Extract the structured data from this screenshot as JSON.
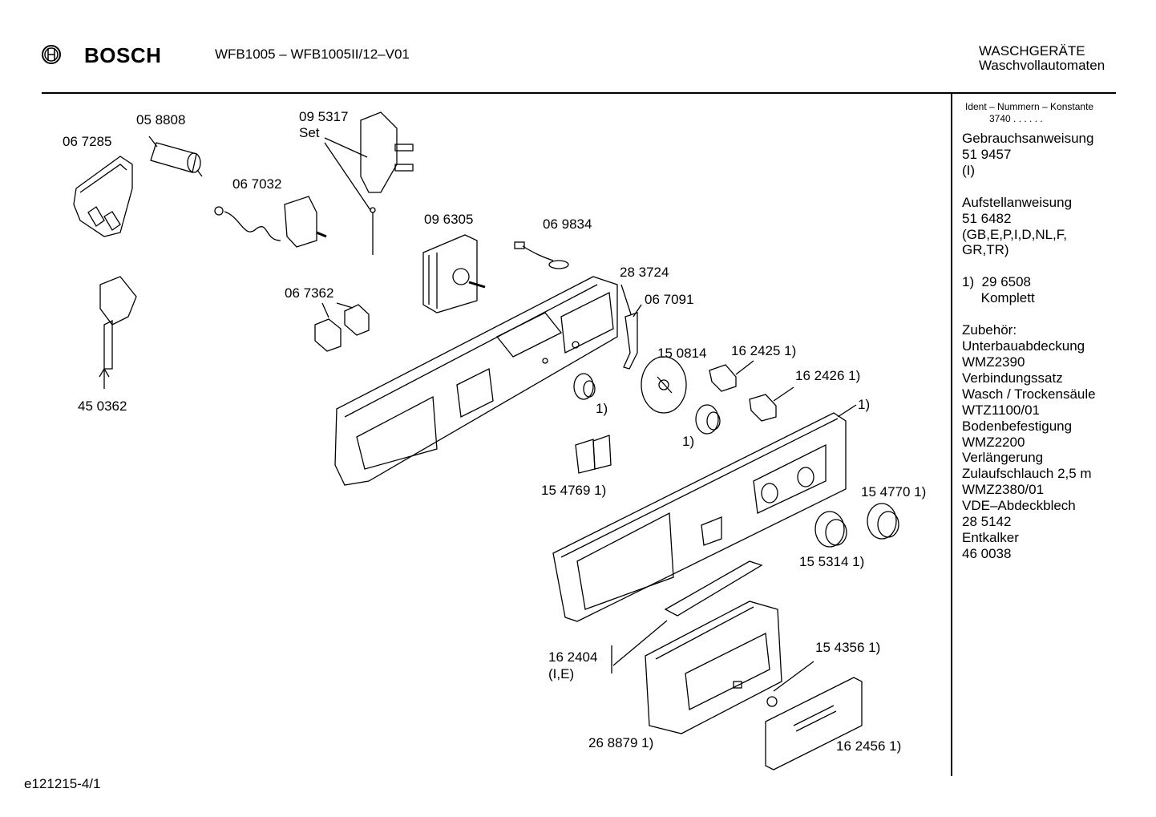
{
  "header": {
    "brand": "BOSCH",
    "model": "WFB1005 – WFB1005II/12–V01",
    "category": "WASCHGERÄTE",
    "subcategory": "Waschvollautomaten"
  },
  "footer": {
    "code": "e121215-4/1"
  },
  "sidebar": {
    "ident_title": "Ident – Nummern – Konstante",
    "ident_value": "3740  .  .    .  .  .  .",
    "lines": [
      "Gebrauchsanweisung",
      "51 9457",
      "(I)",
      "",
      "Aufstellanweisung",
      "51 6482",
      "(GB,E,P,I,D,NL,F,",
      "GR,TR)",
      "",
      "1)  29 6508",
      "     Komplett",
      "",
      "Zubehör:",
      "Unterbauabdeckung",
      "WMZ2390",
      "Verbindungssatz",
      "Wasch / Trockensäule",
      "WTZ1100/01",
      "Bodenbefestigung",
      "WMZ2200",
      "Verlängerung",
      "Zulaufschlauch 2,5 m",
      "WMZ2380/01",
      "VDE–Abdeckblech",
      "28 5142",
      "Entkalker",
      "46 0038"
    ]
  },
  "parts": {
    "p058808": "05 8808",
    "p067285": "06 7285",
    "p095317": "09 5317",
    "set": "Set",
    "p067032": "06 7032",
    "p096305": "09 6305",
    "p069834": "06 9834",
    "p283724": "28 3724",
    "p067091": "06 7091",
    "p067362": "06 7362",
    "p150814": "15 0814",
    "p162425": "16 2425 1)",
    "p162426": "16 2426 1)",
    "n1a": "1)",
    "n1b": "1)",
    "n1c": "1)",
    "p450362": "45 0362",
    "p154769": "15 4769 1)",
    "p154770": "15 4770 1)",
    "p155314": "15 5314 1)",
    "p162404": "16 2404",
    "p162404b": "(I,E)",
    "p154356": "15 4356 1)",
    "p268879": "26 8879  1)",
    "p162456": "16 2456 1)"
  }
}
